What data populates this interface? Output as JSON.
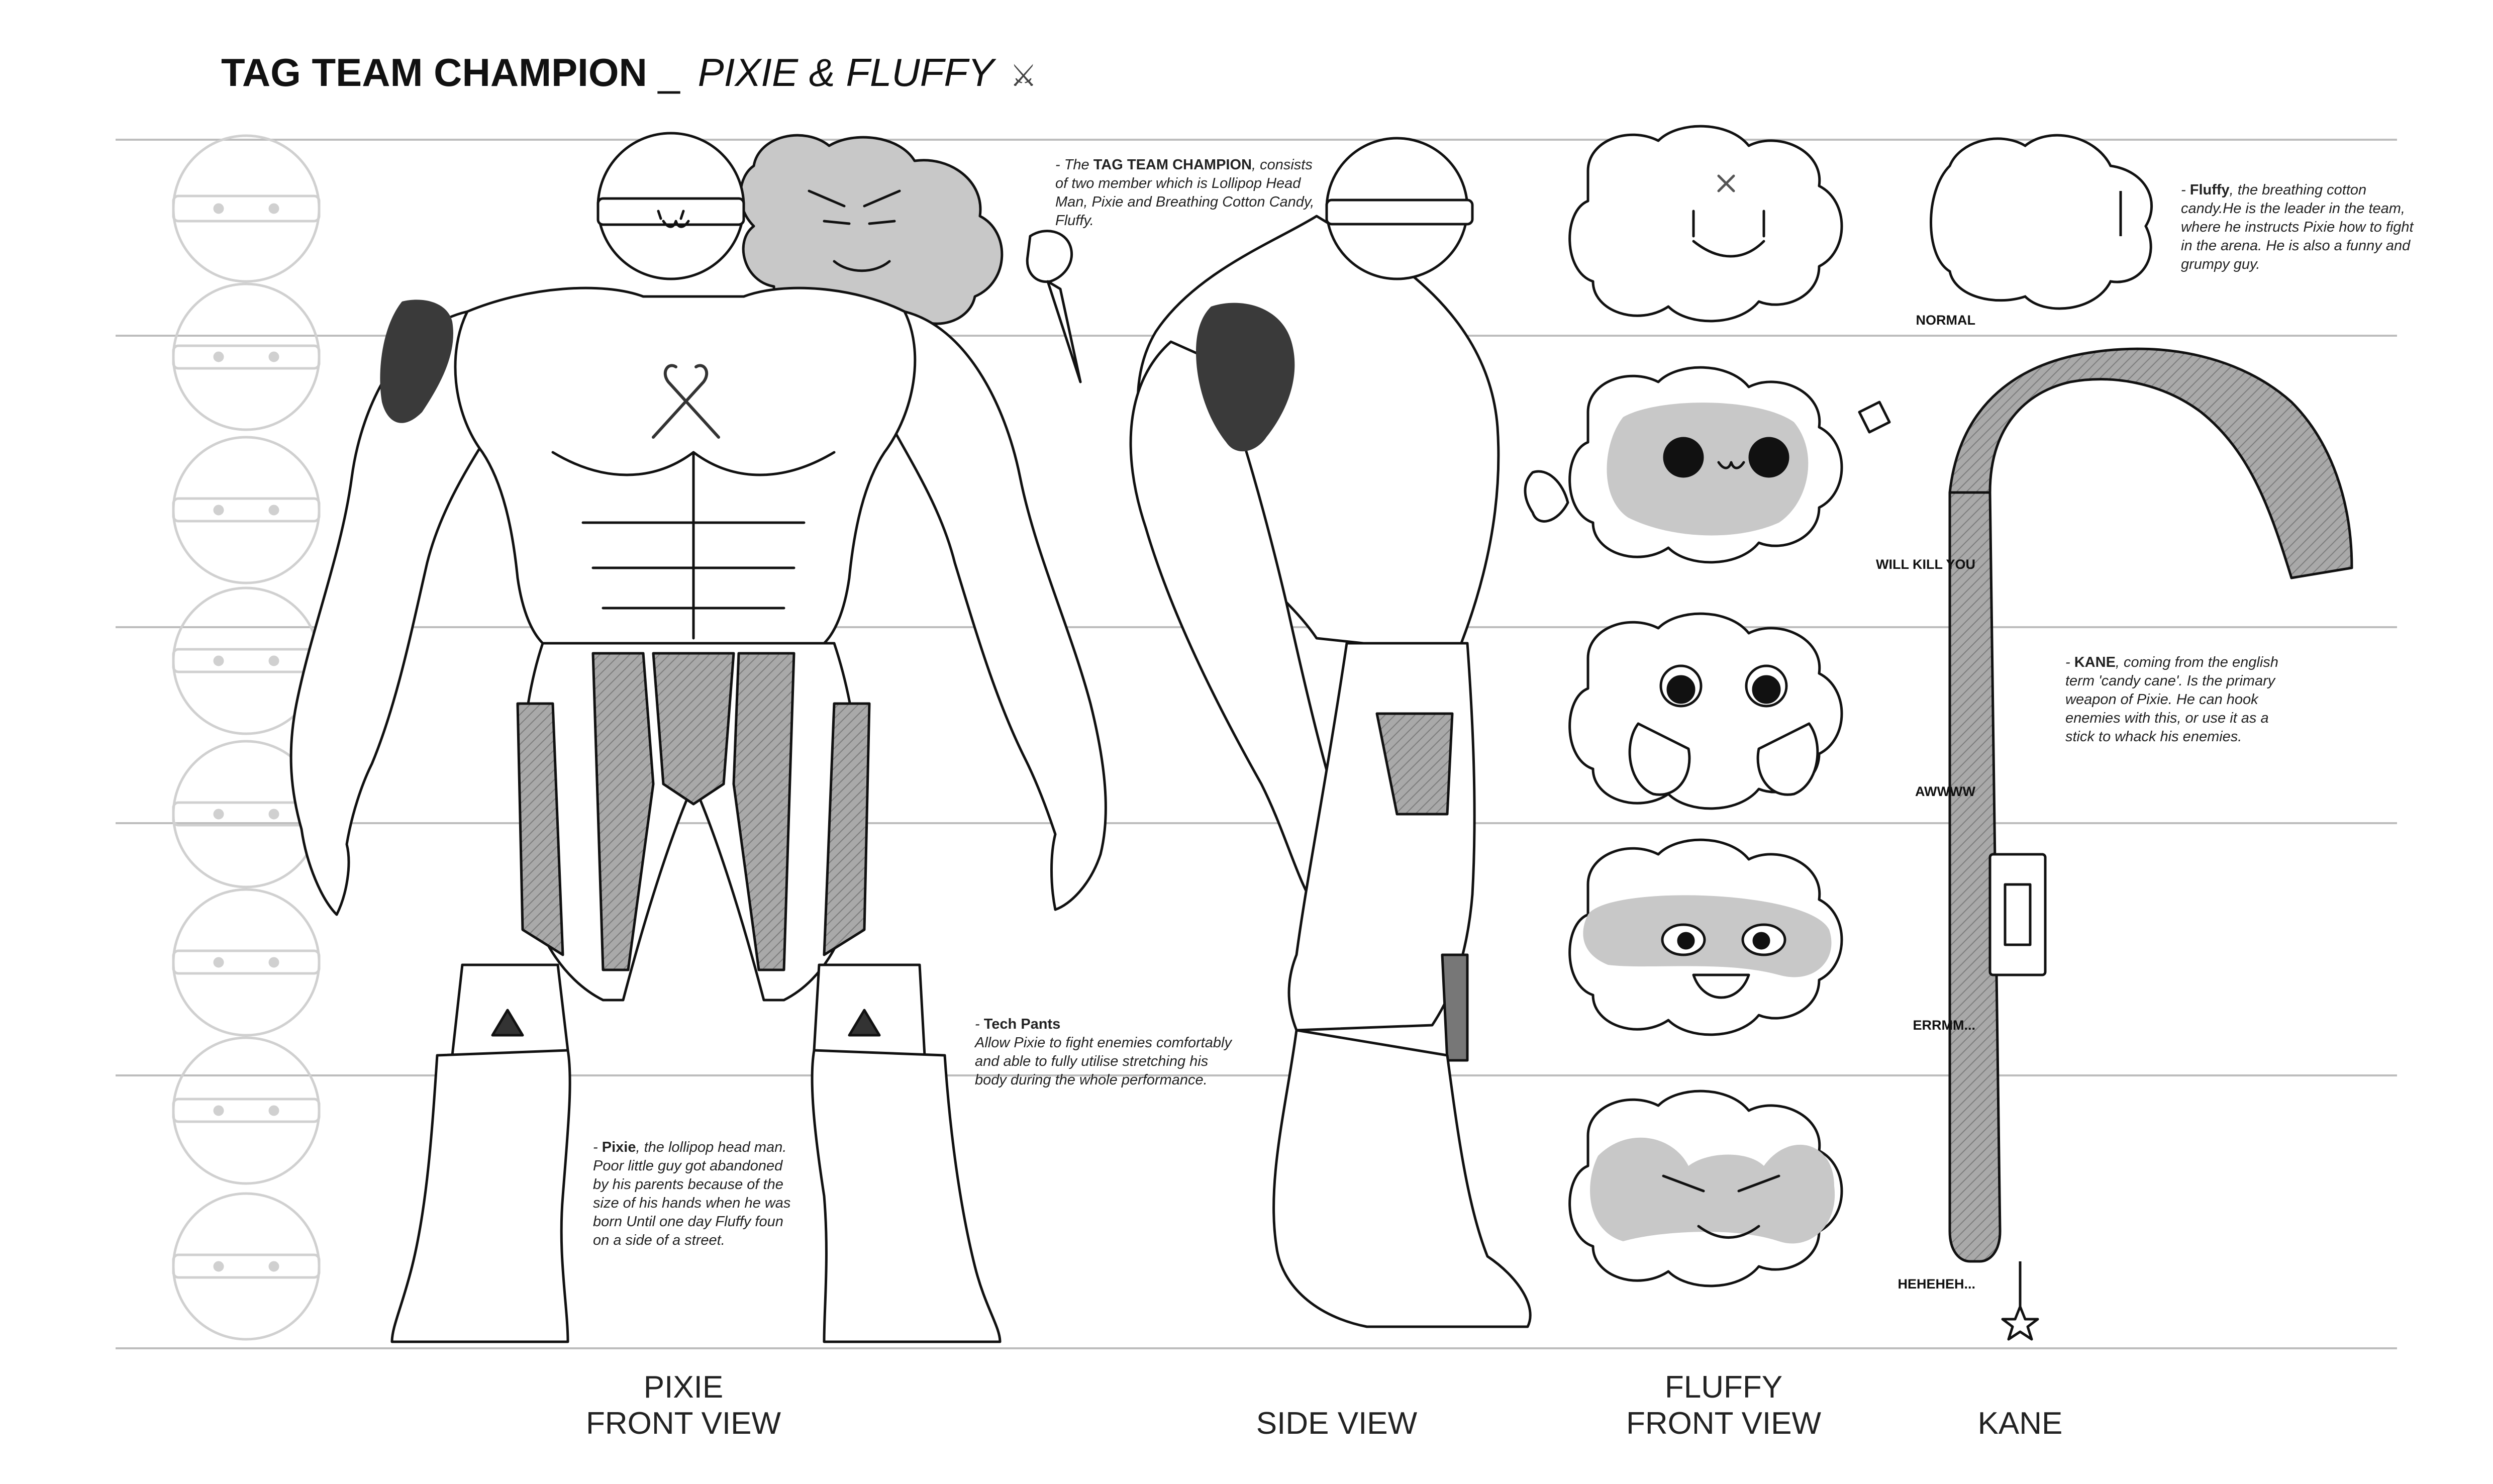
{
  "title": {
    "main": "TAG TEAM CHAMPION",
    "separator": "_",
    "subtitle": "PIXIE & FLUFFY",
    "emblem_icon": "crossed-candy-canes-icon"
  },
  "notes": {
    "team": {
      "dash": "- The",
      "bold": "TAG TEAM CHAMPION",
      "text": ", consists of two member which is Lollipop Head Man, Pixie and Breathing Cotton Candy, Fluffy."
    },
    "fluffy": {
      "dash": "-",
      "bold": "Fluffy",
      "text": ", the breathing cotton candy.He is the leader in the team, where he instructs Pixie how to fight in the arena. He is also a funny and grumpy guy."
    },
    "kane": {
      "dash": "-",
      "bold": "KANE",
      "text": ", coming from the english term 'candy cane'. Is the primary weapon of Pixie. He can hook enemies with this, or use it as a stick to whack his enemies."
    },
    "tech_pants": {
      "dash": "-",
      "bold": "Tech Pants",
      "text": "Allow Pixie to fight enemies comfortably and able to fully utilise stretching his body during the whole performance."
    },
    "pixie": {
      "dash": "-",
      "bold": "Pixie",
      "text": ", the lollipop head man. Poor little guy got abandoned by his parents because of the size of his hands when he was born Until one day Fluffy foun on a side of a street."
    }
  },
  "expressions": [
    {
      "label": "NORMAL"
    },
    {
      "label": "WILL KILL YOU"
    },
    {
      "label": "AWWWW"
    },
    {
      "label": "ERRMM..."
    },
    {
      "label": "HEHEHEH..."
    }
  ],
  "captions": {
    "pixie_front": {
      "line1": "PIXIE",
      "line2": "FRONT VIEW"
    },
    "side": "SIDE VIEW",
    "fluffy_front": {
      "line1": "FLUFFY",
      "line2": "FRONT VIEW"
    },
    "kane": "KANE"
  },
  "colors": {
    "line": "#111111",
    "guide": "#bdbdbd",
    "gray_fill": "#c8c8c8",
    "dark_gray": "#5a5a5a",
    "faint": "#d4d4d4"
  }
}
